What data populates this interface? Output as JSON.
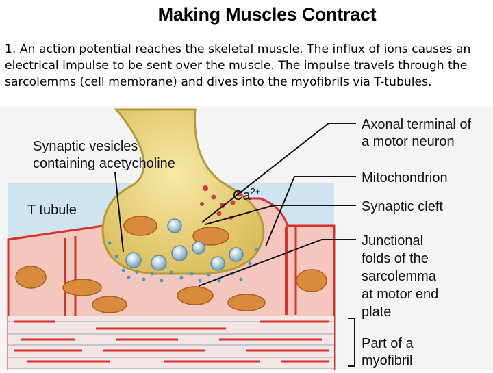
{
  "slide": {
    "title": "Making Muscles Contract",
    "intro": "1. An action potential reaches the skeletal muscle. The influx of ions causes an electrical impulse to be sent over the muscle. The impulse travels through the sarcolemms (cell membrane) and dives into the myofibrils via T-tubules."
  },
  "diagram": {
    "labels": {
      "vesicles_line1": "Synaptic vesicles",
      "vesicles_line2": "containing acetycholine",
      "t_tubule": "T tubule",
      "calcium": "Ca",
      "calcium_charge": "2+",
      "axonal_line1": "Axonal terminal of",
      "axonal_line2": "a motor neuron",
      "mitochondrion": "Mitochondrion",
      "synaptic_cleft": "Synaptic cleft",
      "junctional_line1": "Junctional",
      "junctional_line2": "folds of the",
      "junctional_line3": "sarcolemma",
      "junctional_line4": "at motor end",
      "junctional_line5": "plate",
      "myofibril_line1": "Part of a",
      "myofibril_line2": "myofibril"
    },
    "colors": {
      "extracellular": "#cfe4f1",
      "neuron": "#e8d27a",
      "neuron_edge": "#b59a3a",
      "muscle": "#f3c7bd",
      "sarcolemma": "#d8312b",
      "mitochondrion": "#d98a3a",
      "vesicle": "#9ec3d6",
      "ion": "#d23a4a",
      "ach": "#3a9fd0",
      "myofibril_line": "#d8312b"
    }
  }
}
